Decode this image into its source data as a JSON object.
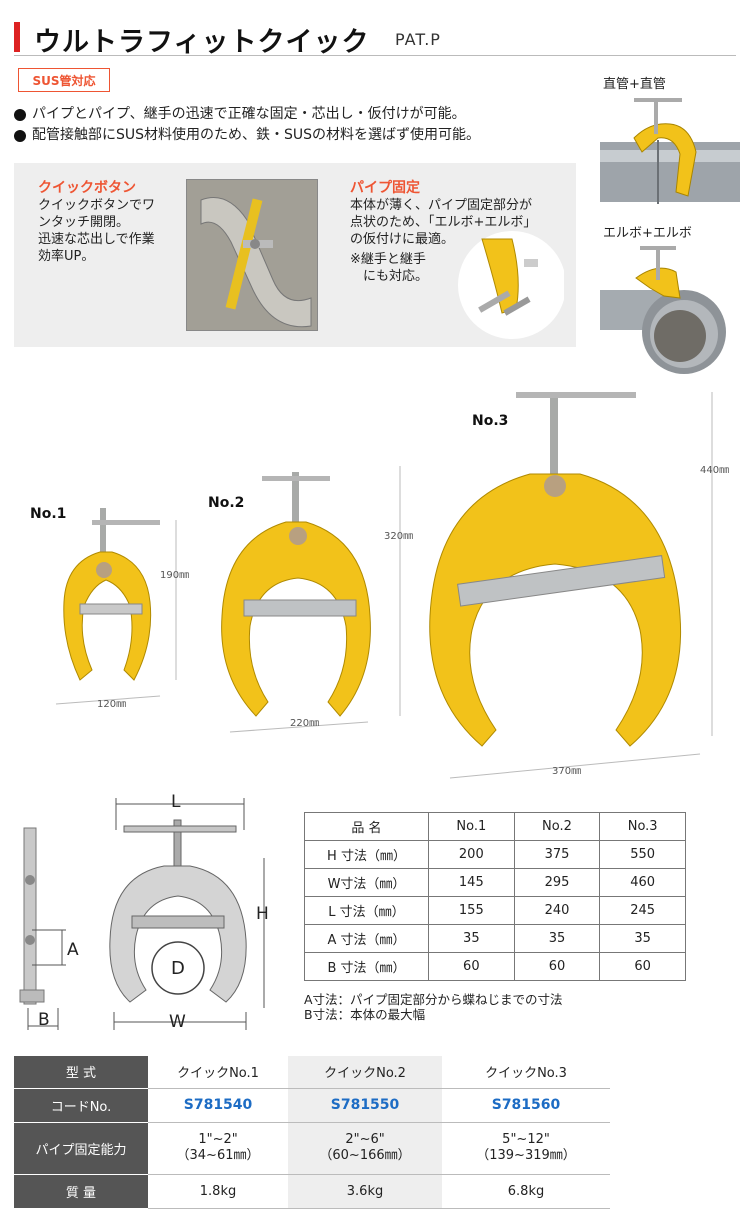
{
  "header": {
    "title": "ウルトラフィットクイック",
    "pat": "PAT.P"
  },
  "badge": "SUS管対応",
  "bullets": [
    "パイプとパイプ、継手の迅速で正確な固定・芯出し・仮付けが可能。",
    "配管接触部にSUS材料使用のため、鉄・SUSの材料を選ばず使用可能。"
  ],
  "features": {
    "quick_button": {
      "title": "クイックボタン",
      "text": "クイックボタンでワ\nンタッチ開閉。\n迅速な芯出しで作業\n効率UP。"
    },
    "pipe_fix": {
      "title": "パイプ固定",
      "text": "本体が薄く、パイプ固定部分が\n点状のため、「エルボ+エルボ」\nの仮付けに最適。",
      "note": "※継手と継手\n　にも対応。"
    }
  },
  "side_examples": {
    "straight": "直管+直管",
    "elbow": "エルボ+エルボ"
  },
  "models": {
    "no1": {
      "label": "No.1",
      "height": "190㎜",
      "width": "120㎜"
    },
    "no2": {
      "label": "No.2",
      "height": "320㎜",
      "width": "220㎜"
    },
    "no3": {
      "label": "No.3",
      "height": "440㎜",
      "width": "370㎜"
    }
  },
  "diagram_labels": {
    "L": "L",
    "H": "H",
    "A": "A",
    "B": "B",
    "D": "D",
    "W": "W"
  },
  "spec_table": {
    "header": [
      "品 名",
      "No.1",
      "No.2",
      "No.3"
    ],
    "rows": [
      [
        "H 寸法（㎜）",
        "200",
        "375",
        "550"
      ],
      [
        "W寸法（㎜）",
        "145",
        "295",
        "460"
      ],
      [
        "L 寸法（㎜）",
        "155",
        "240",
        "245"
      ],
      [
        "A 寸法（㎜）",
        "35",
        "35",
        "35"
      ],
      [
        "B 寸法（㎜）",
        "60",
        "60",
        "60"
      ]
    ]
  },
  "notes": "A寸法：パイプ固定部分から蝶ねじまでの寸法\nB寸法：本体の最大幅",
  "model_table": {
    "type_label": "型 式",
    "types": [
      "クイックNo.1",
      "クイックNo.2",
      "クイックNo.3"
    ],
    "code_label": "コードNo.",
    "codes": [
      "S781540",
      "S781550",
      "S781560"
    ],
    "capacity_label": "パイプ固定能力",
    "capacity": [
      [
        "1\"~2\"",
        "（34~61㎜）"
      ],
      [
        "2\"~6\"",
        "（60~166㎜）"
      ],
      [
        "5\"~12\"",
        "（139~319㎜）"
      ]
    ],
    "weight_label": "質 量",
    "weights": [
      "1.8kg",
      "3.6kg",
      "6.8kg"
    ]
  },
  "colors": {
    "accent": "#dd2222",
    "orange": "#ee5533",
    "clamp_yellow": "#f2c21a",
    "code_blue": "#1d6cc4",
    "header_gray": "#555555"
  }
}
